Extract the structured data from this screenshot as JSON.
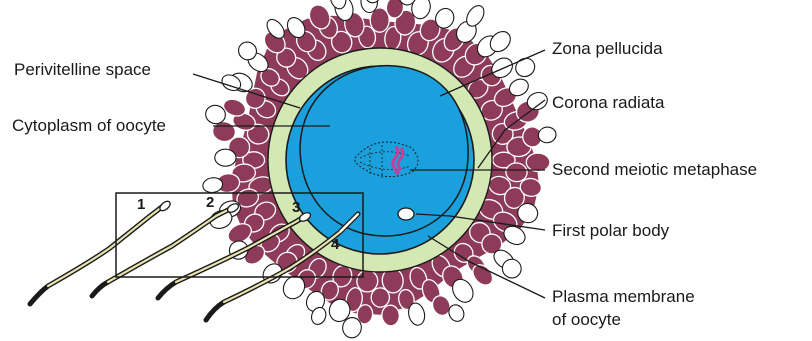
{
  "labels": {
    "perivitelline_space": "Perivitelline space",
    "cytoplasm": "Cytoplasm of oocyte",
    "zona_pellucida": "Zona pellucida",
    "corona_radiata": "Corona radiata",
    "second_meiotic_metaphase": "Second meiotic metaphase",
    "first_polar_body": "First polar body",
    "plasma_membrane_line1": "Plasma membrane",
    "plasma_membrane_line2": "of oocyte"
  },
  "sperm_numbers": [
    "1",
    "2",
    "3",
    "4"
  ],
  "colors": {
    "corona_cells": "#8e3a59",
    "cell_outline": "#ffffff",
    "zona": "#d4e8b4",
    "cytoplasm": "#1aa0dc",
    "chromosomes": "#c2409a",
    "spindle": "#1a1a1a",
    "sperm_tail": "#e8e3b0"
  }
}
